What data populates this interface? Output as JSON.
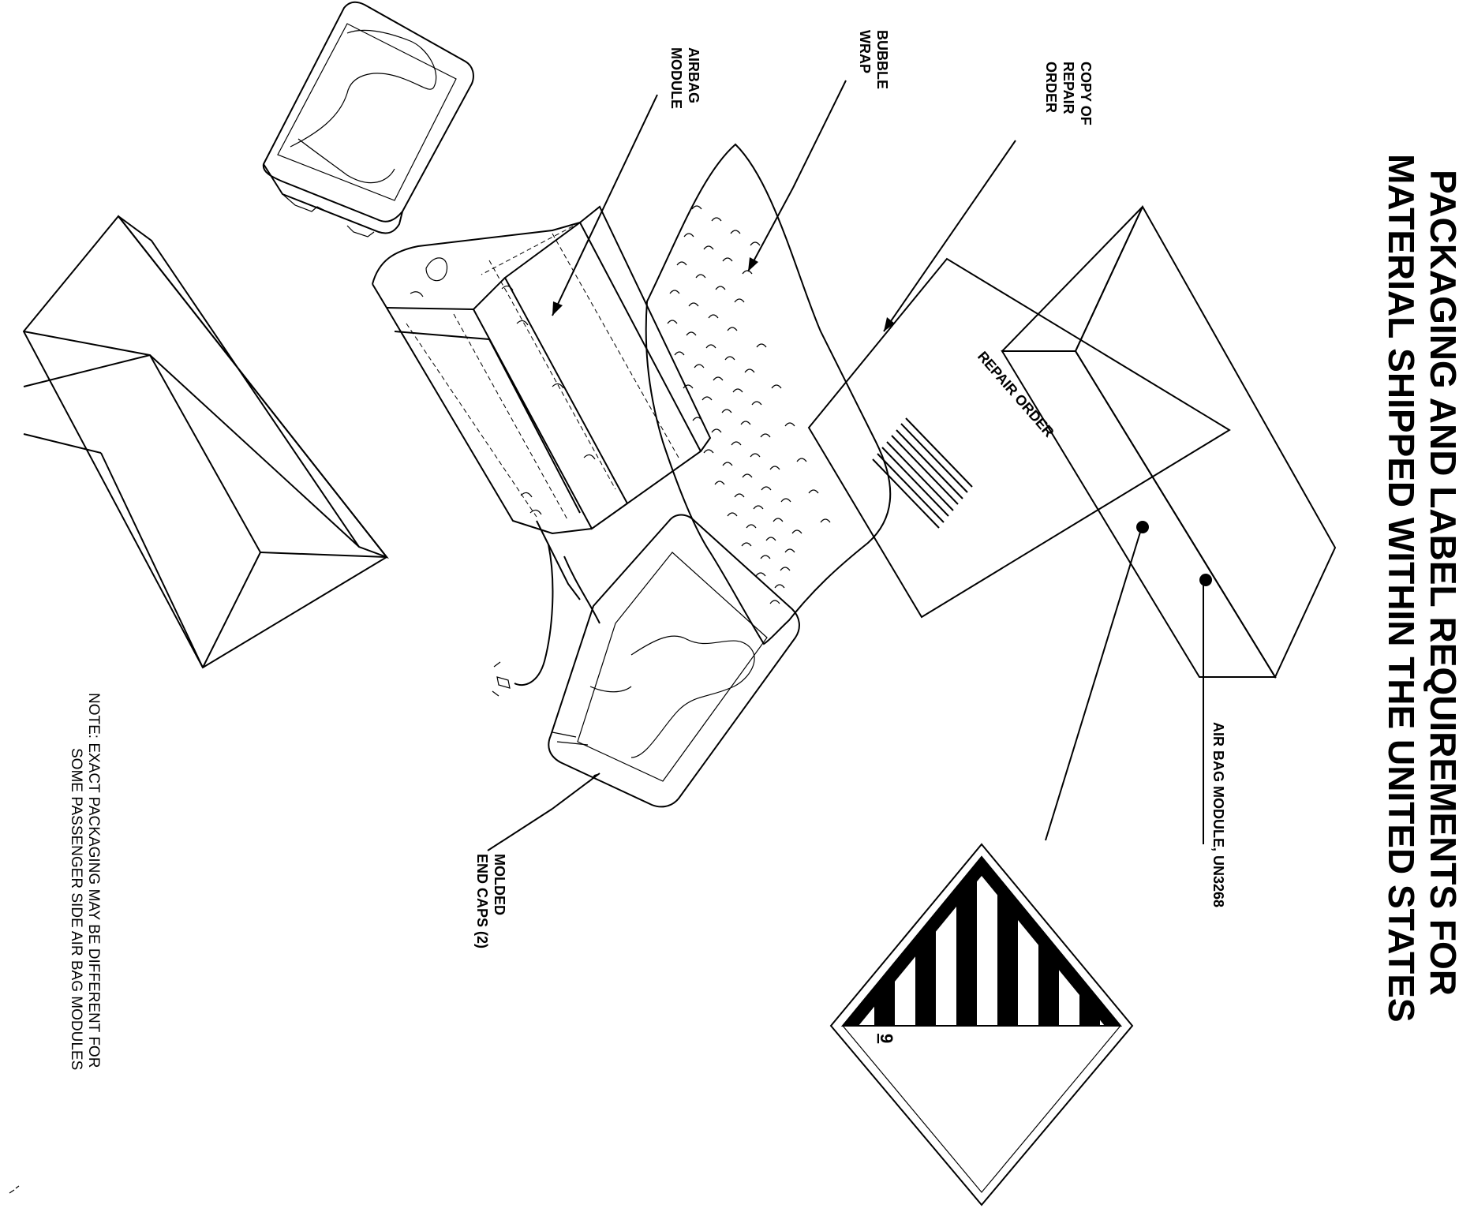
{
  "title": {
    "line1": "PACKAGING AND LABEL REQUIREMENTS FOR",
    "line2": "MATERIAL SHIPPED WITHIN THE UNITED STATES"
  },
  "labels": {
    "airbag_module": [
      "AIRBAG",
      "MODULE"
    ],
    "bubble_wrap": [
      "BUBBLE",
      "WRAP"
    ],
    "copy_of_repair_order": [
      "COPY OF",
      "REPAIR",
      "ORDER"
    ],
    "repair_order_sheet": "REPAIR ORDER",
    "air_bag_module_un": "AIR BAG MODULE, UN3268",
    "molded_end_caps": [
      "MOLDED",
      "END CAPS (2)"
    ],
    "hazard_class": "9"
  },
  "note": {
    "line1": "NOTE: EXACT PACKAGING MAY BE DIFFERENT FOR",
    "line2": "SOME PASSENGER SIDE AIR BAG MODULES"
  },
  "colors": {
    "ink": "#000000",
    "paper": "#ffffff"
  }
}
